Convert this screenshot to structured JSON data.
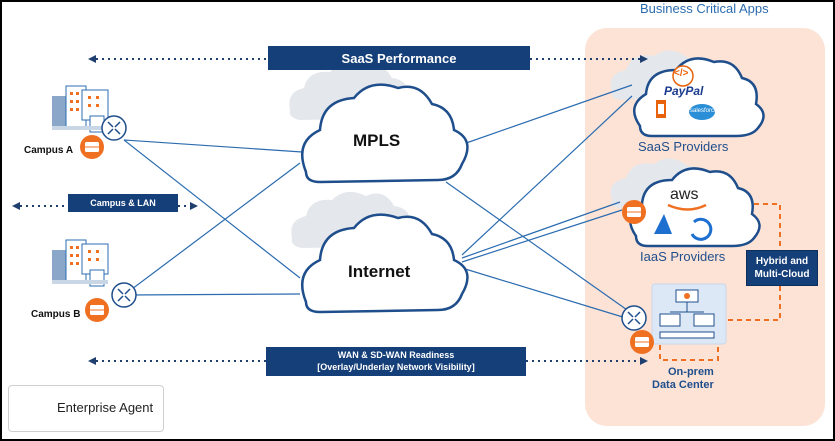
{
  "header": {
    "business_critical_apps": "Business Critical Apps"
  },
  "bars": {
    "saas_performance": "SaaS Performance",
    "campus_lan": "Campus & LAN",
    "wan_line1": "WAN & SD-WAN Readiness",
    "wan_line2": "[Overlay/Underlay Network Visibility]"
  },
  "clouds": {
    "mpls": "MPLS",
    "internet": "Internet"
  },
  "sites": {
    "campus_a": "Campus A",
    "campus_b": "Campus B"
  },
  "providers": {
    "saas": "SaaS Providers",
    "iaas": "IaaS Providers",
    "paypal": "PayPal",
    "aws": "aws",
    "code_glyph": "</>",
    "salesforce": "salesforce"
  },
  "datacenter": {
    "line1": "On-prem",
    "line2": "Data Center"
  },
  "hybrid": {
    "line1": "Hybrid and",
    "line2": "Multi-Cloud"
  },
  "legend": {
    "enterprise_agent": "Enterprise Agent"
  },
  "colors": {
    "navy": "#153f78",
    "line_blue": "#2b6cb0",
    "agent_orange": "#f07022",
    "peach": "#fce3d6",
    "cloud_gray": "#e4e7ec"
  }
}
